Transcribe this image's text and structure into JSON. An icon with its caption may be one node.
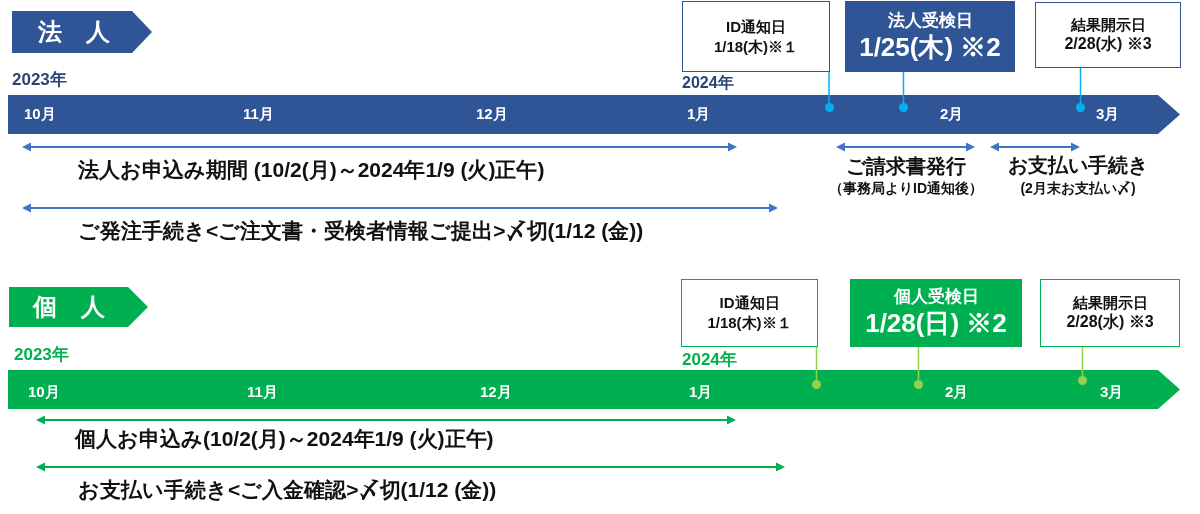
{
  "diagram": {
    "nodes": [
      {
        "text": [
          "法　人"
        ]
      },
      {
        "text": [
          "ID通知日",
          "1/18(木)※１"
        ]
      },
      {
        "text": [
          "法人受検日",
          "1/25(木) ※2"
        ]
      },
      {
        "text": [
          "結果開示日",
          "2/28(水) ※3"
        ]
      },
      {
        "text": [
          "10月",
          "11月",
          "12月",
          "1月",
          "2月",
          "3月"
        ]
      },
      {
        "text": [],
        "shape": "circle",
        "in": 4
      },
      {
        "text": [],
        "shape": "circle",
        "in": 4
      },
      {
        "text": [],
        "shape": "circle",
        "in": 4
      },
      {
        "text": [
          "個　人"
        ]
      },
      {
        "text": [
          "ID通知日",
          "1/18(木)※１"
        ]
      },
      {
        "text": [
          "個人受検日",
          "1/28(日) ※2"
        ]
      },
      {
        "text": [
          "結果開示日",
          "2/28(水) ※3"
        ]
      },
      {
        "text": [
          "10月",
          "11月",
          "12月",
          "1月",
          "2月",
          "3月"
        ]
      },
      {
        "text": [],
        "shape": "circle",
        "in": 12
      },
      {
        "text": [],
        "shape": "circle",
        "in": 12
      },
      {
        "text": [],
        "shape": "circle",
        "in": 12
      }
    ],
    "edges": [
      {
        "from": 1,
        "to": 5,
        "arrow": "none",
        "color": "#00b0f0"
      },
      {
        "from": 2,
        "to": 6,
        "arrow": "none",
        "color": "#00b0f0"
      },
      {
        "from": 3,
        "to": 7,
        "arrow": "none",
        "color": "#00b0f0"
      },
      {
        "from": 9,
        "to": 13,
        "arrow": "none",
        "color": "#92d050"
      },
      {
        "from": 10,
        "to": 14,
        "arrow": "none",
        "color": "#92d050"
      },
      {
        "from": 11,
        "to": 15,
        "arrow": "none",
        "color": "#92d050"
      }
    ],
    "labels": [
      "2023年",
      "2024年",
      "法人お申込み期間 (10/2(月)～2024年1/9 (火)正午)",
      "ご請求書発行",
      "（事務局よりID通知後）",
      "お支払い手続き",
      "(2月末お支払い〆)",
      "ご発注手続き<ご注文書・受検者情報ご提出>〆切(1/12 (金))",
      "2023年",
      "2024年",
      "個人お申込み(10/2(月)～2024年1/9 (火)正午)",
      "お支払い手続き<ご入金確認>〆切(1/12 (金))"
    ]
  }
}
